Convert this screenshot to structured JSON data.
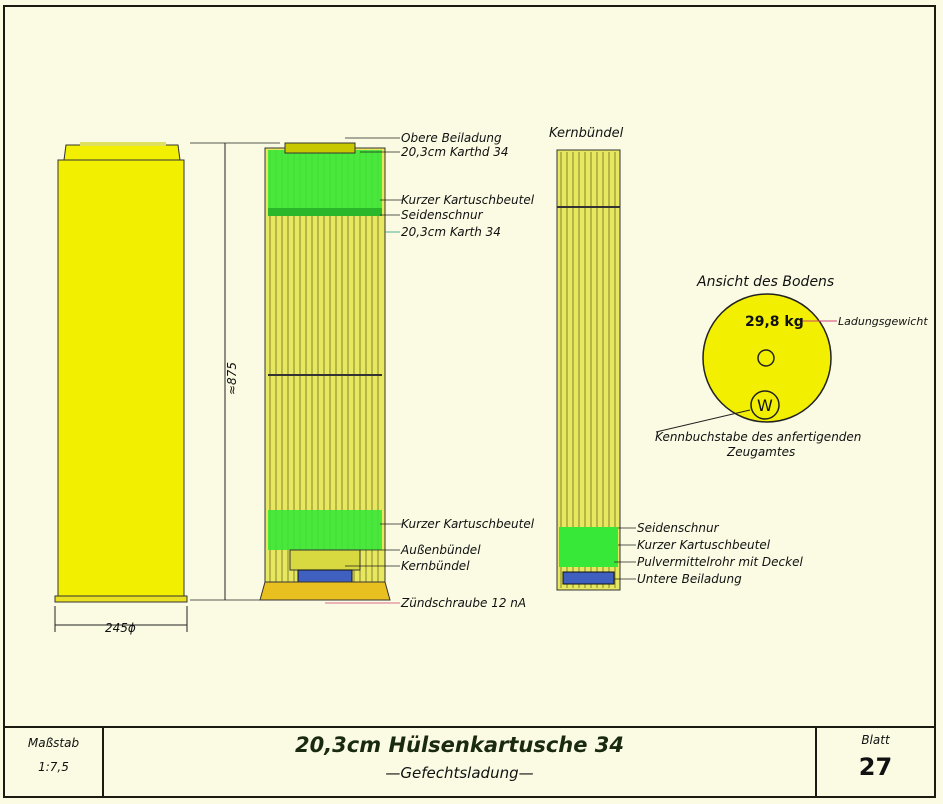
{
  "drawing": {
    "left_dimension": "245ϕ",
    "height_dimension": "≈875",
    "section_labels": [
      "Obere Beiladung",
      "20,3cm Karthd 34",
      "Kurzer Kartuschbeutel",
      "Seidenschnur",
      "20,3cm Karth 34",
      "Kurzer Kartuschbeutel",
      "Außenbündel",
      "Kernbündel",
      "Zündschraube 12 nA"
    ],
    "core_title": "Kernbündel",
    "core_labels": [
      "Seidenschnur",
      "Kurzer Kartuschbeutel",
      "Pulvermittelrohr mit Deckel",
      "Untere Beiladung"
    ],
    "base_view": {
      "title": "Ansicht des Bodens",
      "weight": "29,8 kg",
      "weight_label": "Ladungsgewicht",
      "letter": "W",
      "letter_label_1": "Kennbuchstabe des anfertigenden",
      "letter_label_2": "Zeugamtes"
    }
  },
  "title_block": {
    "scale_label": "Maßstab",
    "scale_value": "1:7,5",
    "title": "20,3cm Hülsenkartusche 34",
    "subtitle": "—Gefechtsladung—",
    "sheet_label": "Blatt",
    "sheet_number": "27"
  },
  "colors": {
    "yellow": "#f2f000",
    "green": "#38e838",
    "ink": "#1a1a10"
  }
}
